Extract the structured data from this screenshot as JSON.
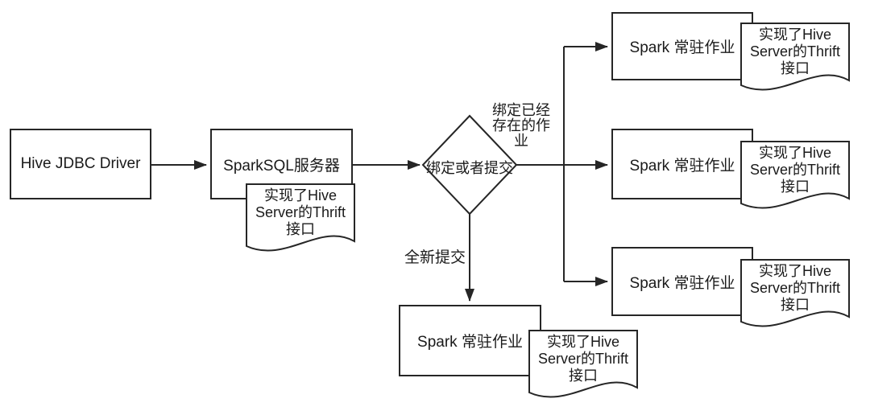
{
  "diagram": {
    "nodes": {
      "hive_jdbc": {
        "label": "Hive JDBC Driver"
      },
      "sparksql_server": {
        "label": "SparkSQL服务器"
      },
      "decision": {
        "label": "绑定或者提交"
      },
      "spark_job_existing_1": {
        "label": "Spark 常驻作业"
      },
      "spark_job_existing_2": {
        "label": "Spark 常驻作业"
      },
      "spark_job_existing_3": {
        "label": "Spark 常驻作业"
      },
      "spark_job_new": {
        "label": "Spark 常驻作业"
      }
    },
    "note": {
      "lines": [
        "实现了Hive",
        "Server的Thrift",
        "接口"
      ]
    },
    "edge_labels": {
      "bind_existing_lines": [
        "绑定已经",
        "存在的作",
        "业"
      ],
      "new_submit": "全新提交"
    },
    "colors": {
      "line": "#262626",
      "text": "#1a1a1a",
      "background": "#ffffff"
    }
  }
}
